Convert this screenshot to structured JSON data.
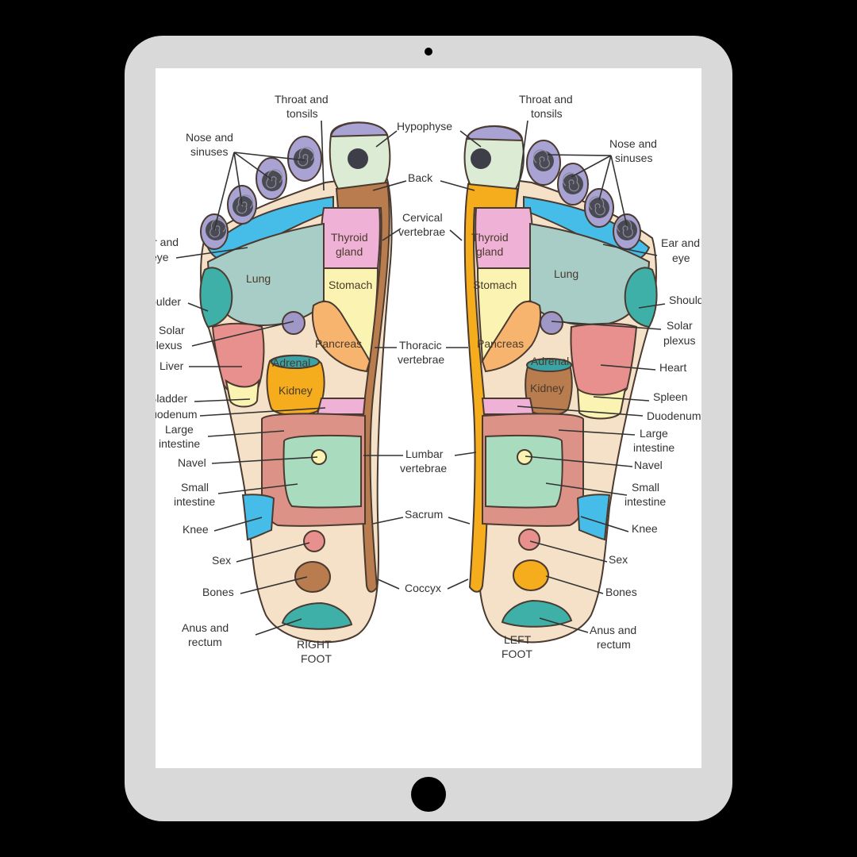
{
  "device": {
    "type": "tablet",
    "frame_color": "#d9d9d9"
  },
  "diagram": {
    "title_right": [
      "RIGHT",
      "FOOT"
    ],
    "title_left": [
      "LEFT",
      "FOOT"
    ],
    "center_labels": {
      "hypophyse": "Hypophyse",
      "back": "Back",
      "cervical": [
        "Cervical",
        "vertebrae"
      ],
      "thoracic": [
        "Thoracic",
        "vertebrae"
      ],
      "lumbar": [
        "Lumbar",
        "vertebrae"
      ],
      "sacrum": "Sacrum",
      "coccyx": "Coccyx"
    },
    "right_foot": {
      "outer_labels": {
        "throat": [
          "Throat and",
          "tonsils"
        ],
        "nose": [
          "Nose and",
          "sinuses"
        ],
        "ear": [
          "Ear and",
          "eye"
        ],
        "shoulder": "Shoulder",
        "solar": [
          "Solar",
          "plexus"
        ],
        "liver": "Liver",
        "bladder": "Bladder",
        "duodenum": "Duodenum",
        "large_intestine": [
          "Large",
          "intestine"
        ],
        "navel": "Navel",
        "small_intestine": [
          "Small",
          "intestine"
        ],
        "knee": "Knee",
        "sex": "Sex",
        "bones": "Bones",
        "anus": [
          "Anus and",
          "rectum"
        ]
      },
      "inner_labels": {
        "lung": "Lung",
        "thyroid": [
          "Thyroid",
          "gland"
        ],
        "stomach": "Stomach",
        "pancreas": "Pancreas",
        "adrenal": "Adrenal",
        "kidney": "Kidney"
      }
    },
    "left_foot": {
      "outer_labels": {
        "throat": [
          "Throat and",
          "tonsils"
        ],
        "nose": [
          "Nose and",
          "sinuses"
        ],
        "ear": [
          "Ear and",
          "eye"
        ],
        "shoulder": "Shoulder",
        "solar": [
          "Solar",
          "plexus"
        ],
        "heart": "Heart",
        "spleen": "Spleen",
        "duodenum": "Duodenum",
        "large_intestine": [
          "Large",
          "intestine"
        ],
        "navel": "Navel",
        "small_intestine": [
          "Small",
          "intestine"
        ],
        "knee": "Knee",
        "sex": "Sex",
        "bones": "Bones",
        "anus": [
          "Anus and",
          "rectum"
        ]
      },
      "inner_labels": {
        "lung": "Lung",
        "thyroid": [
          "Thyroid",
          "gland"
        ],
        "stomach": "Stomach",
        "pancreas": "Pancreas",
        "adrenal": "Adrenal",
        "kidney": "Kidney"
      }
    },
    "colors": {
      "skin": "#f5e1c8",
      "toe_purple": "#a9a3d3",
      "toe_blue": "#45bde8",
      "hypophyse": "#dcebd3",
      "spine_right": "#b97c4e",
      "spine_left": "#f5ad1e",
      "thyroid": "#efb2d6",
      "stomach": "#fbf3b2",
      "lung": "#a7cdc6",
      "shoulder": "#3fb0a8",
      "solar": "#9f97c6",
      "pancreas": "#f7b46f",
      "liver": "#e8908d",
      "bladder": "#fbf3b2",
      "adrenal": "#3aa3a6",
      "kidney_right": "#f5ad1e",
      "kidney_left": "#b97c4e",
      "duodenum": "#efb2d6",
      "large_intestine": "#dc9287",
      "small_intestine": "#a9dbbf",
      "navel": "#fbf3b2",
      "knee": "#45bde8",
      "sex": "#e8908d",
      "bones_right": "#b97c4e",
      "bones_left": "#f5ad1e",
      "anus": "#3fb0a8"
    }
  }
}
